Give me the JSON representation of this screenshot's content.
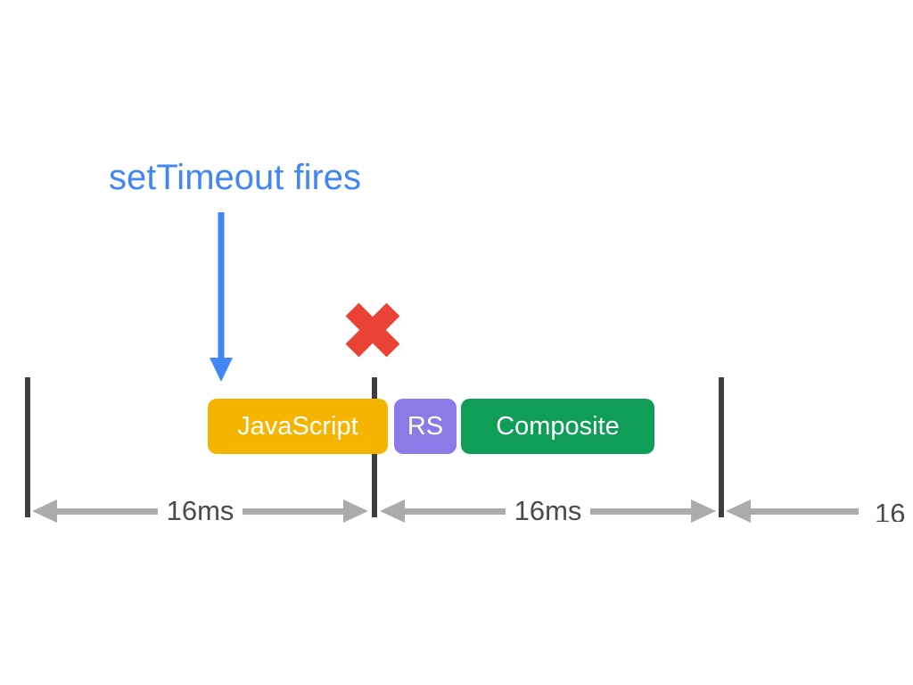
{
  "annotation": {
    "label": "setTimeout fires"
  },
  "marker": {
    "name": "error-x"
  },
  "blocks": [
    {
      "label": "JavaScript",
      "color": "#F4B400"
    },
    {
      "label": "RS",
      "color": "#8C7AE6"
    },
    {
      "label": "Composite",
      "color": "#0F9D58"
    }
  ],
  "durations": [
    {
      "label": "16ms"
    },
    {
      "label": "16ms"
    },
    {
      "label": "16"
    }
  ],
  "colors": {
    "annotation_blue": "#4285F4",
    "error_red": "#EA4335",
    "frame_bar": "#3C4043",
    "arrow_gray": "#ABABAB",
    "duration_text": "#4A4A4A",
    "background": "#FFFFFF"
  }
}
